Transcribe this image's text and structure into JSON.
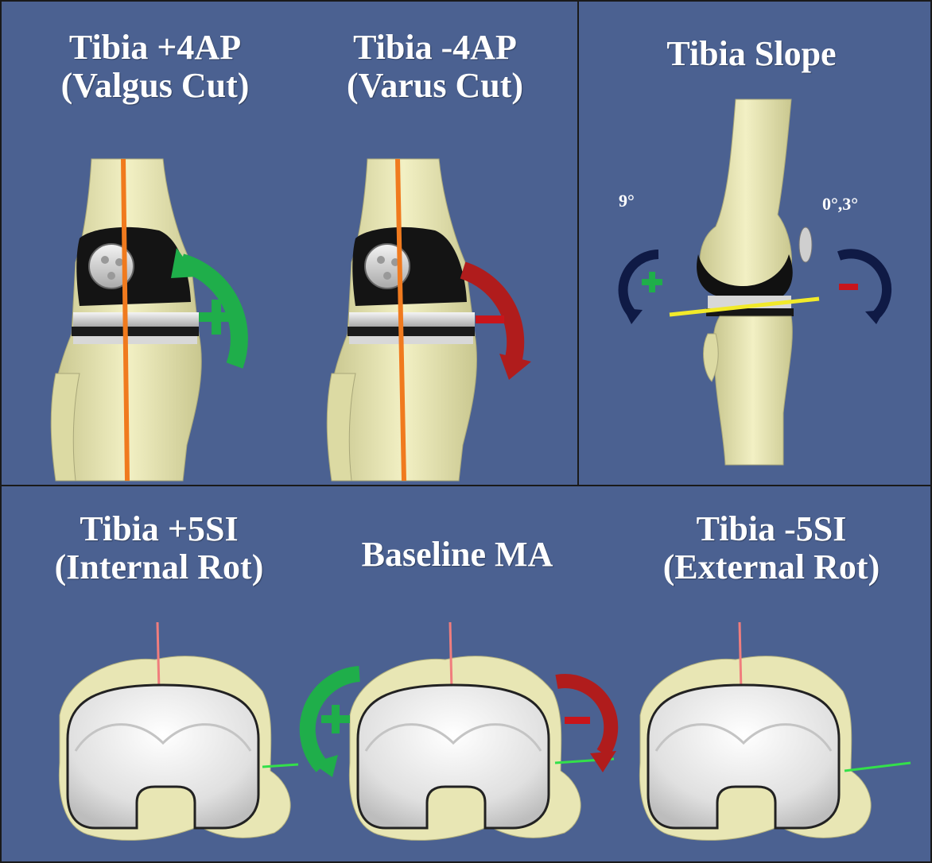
{
  "panels": {
    "valgus": {
      "title": "Tibia +4AP\n(Valgus Cut)",
      "sign": "+"
    },
    "varus": {
      "title": "Tibia -4AP\n(Varus Cut)",
      "sign": "−"
    },
    "slope": {
      "title": "Tibia Slope",
      "left_angle": "9°",
      "right_angle": "0°,3°",
      "left_sign": "+",
      "right_sign": "−"
    },
    "internal": {
      "title": "Tibia +5SI\n(Internal Rot)"
    },
    "baseline": {
      "title": "Baseline MA",
      "left_sign": "+",
      "right_sign": "−"
    },
    "external": {
      "title": "Tibia -5SI\n(External Rot)"
    }
  },
  "colors": {
    "background": "#4b6191",
    "bone": "#e8e6b4",
    "implant": "#d9d9d9",
    "axis_line": "#f07a1e",
    "positive_arrow": "#1fae4a",
    "negative_arrow": "#b01c1c",
    "slope_arrow": "#0f1a45",
    "slope_line": "#f2ea2a",
    "vertical_axis": "#f07d7d",
    "horizontal_axis": "#33e04a"
  }
}
